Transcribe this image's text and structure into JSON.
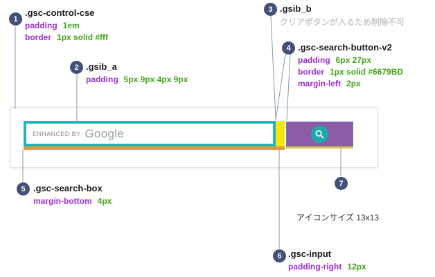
{
  "callouts": [
    {
      "num": "1",
      "class_name": ".gsc-control-cse",
      "props": [
        {
          "name": "padding",
          "value": "1em"
        },
        {
          "name": "border",
          "value": "1px solid #fff"
        }
      ]
    },
    {
      "num": "2",
      "class_name": ".gsib_a",
      "props": [
        {
          "name": "padding",
          "value": "5px 9px 4px 9px"
        }
      ]
    },
    {
      "num": "3",
      "class_name": ".gsib_b",
      "note": "クリアボタンが入るため削除不可"
    },
    {
      "num": "4",
      "class_name": ".gsc-search-button-v2",
      "props": [
        {
          "name": "padding",
          "value": "6px 27px"
        },
        {
          "name": "border",
          "value": "1px solid #6679BD"
        },
        {
          "name": "margin-left",
          "value": "2px"
        }
      ]
    },
    {
      "num": "5",
      "class_name": ".gsc-search-box",
      "props": [
        {
          "name": "margin-bottom",
          "value": "4px"
        }
      ]
    },
    {
      "num": "6",
      "class_name": ".gsc-input",
      "props": [
        {
          "name": "padding-right",
          "value": "12px"
        }
      ]
    },
    {
      "num": "7"
    }
  ],
  "icon_size_note": "アイコンサイズ 13x13",
  "search_mockup": {
    "branding_prefix": "ENHANCED BY",
    "branding_brand": "Google"
  },
  "colors": {
    "callout_circle": "#435179",
    "property_name_purple": "#9b2fd6",
    "property_value_green": "#43a51a",
    "input_border_teal": "#23b3bc",
    "padding_highlight_yellow": "#f6e50a",
    "button_purple": "#8c5ca6",
    "button_border": "#6679BD",
    "icon_circle_teal": "#1fa9ad",
    "margin_highlight_orange": "#de9b3f"
  }
}
